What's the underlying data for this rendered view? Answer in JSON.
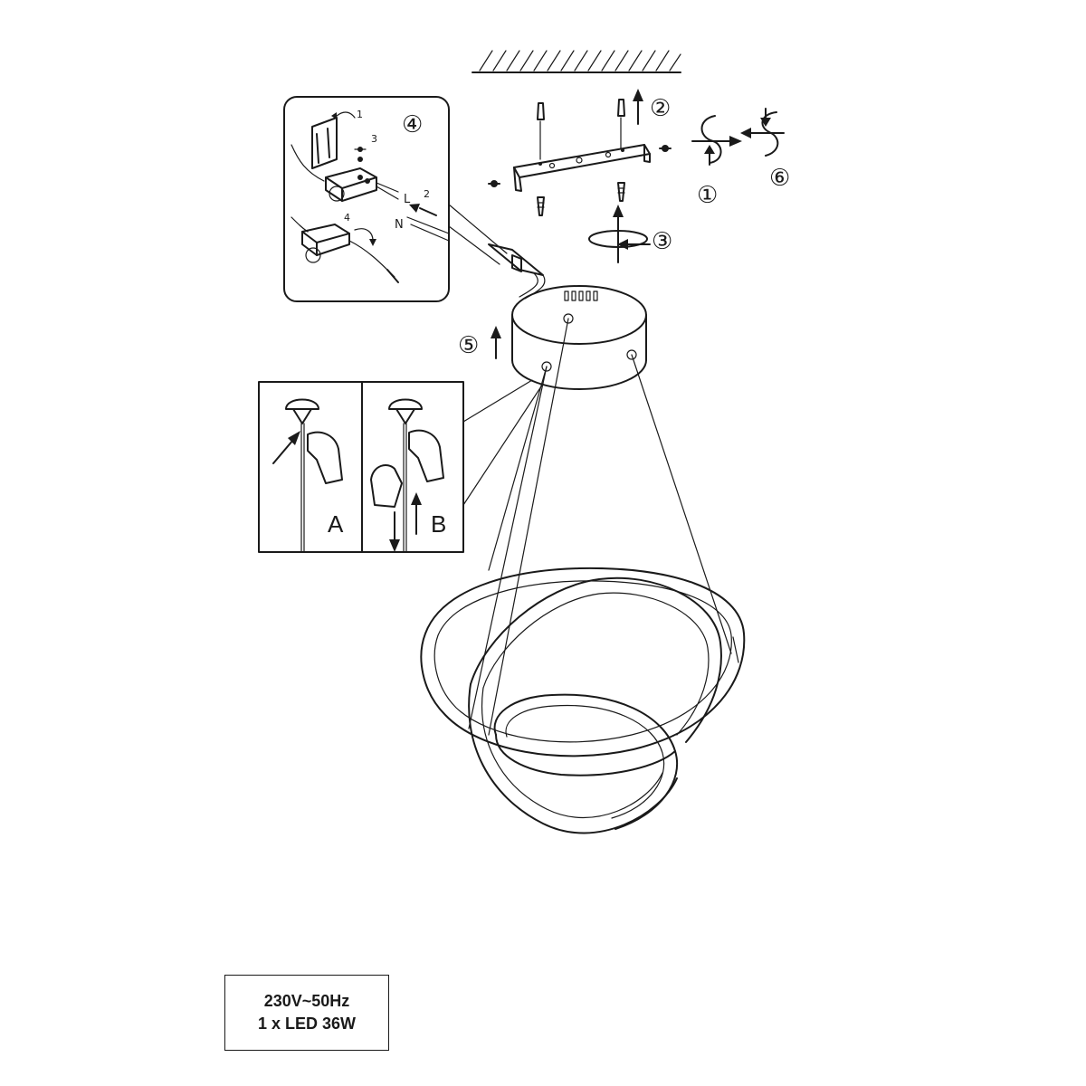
{
  "steps": {
    "s1": "①",
    "s2": "②",
    "s3": "③",
    "s4": "④",
    "s5": "⑤",
    "s6": "⑥"
  },
  "inset_wiring": {
    "sub_step_1": "1",
    "sub_step_2": "2",
    "sub_step_3": "3",
    "sub_step_4": "4",
    "live_label": "L",
    "neutral_label": "N"
  },
  "inset_cable": {
    "panel_a_label": "A",
    "panel_b_label": "B"
  },
  "spec": {
    "line1": "230V~50Hz",
    "line2": "1 x LED 36W"
  }
}
